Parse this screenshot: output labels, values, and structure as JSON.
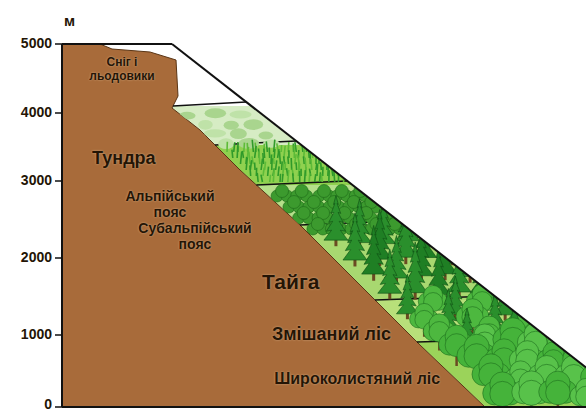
{
  "diagram": {
    "labels": [
      "м",
      "5000",
      "4000",
      "3000",
      "2000",
      "1000",
      "0",
      "Сніг і льодовики",
      "Тундра",
      "Альпійський пояс",
      "Субальпійський пояс",
      "Тайга",
      "Змішаний ліс",
      "Широколистяний ліс"
    ]
  }
}
